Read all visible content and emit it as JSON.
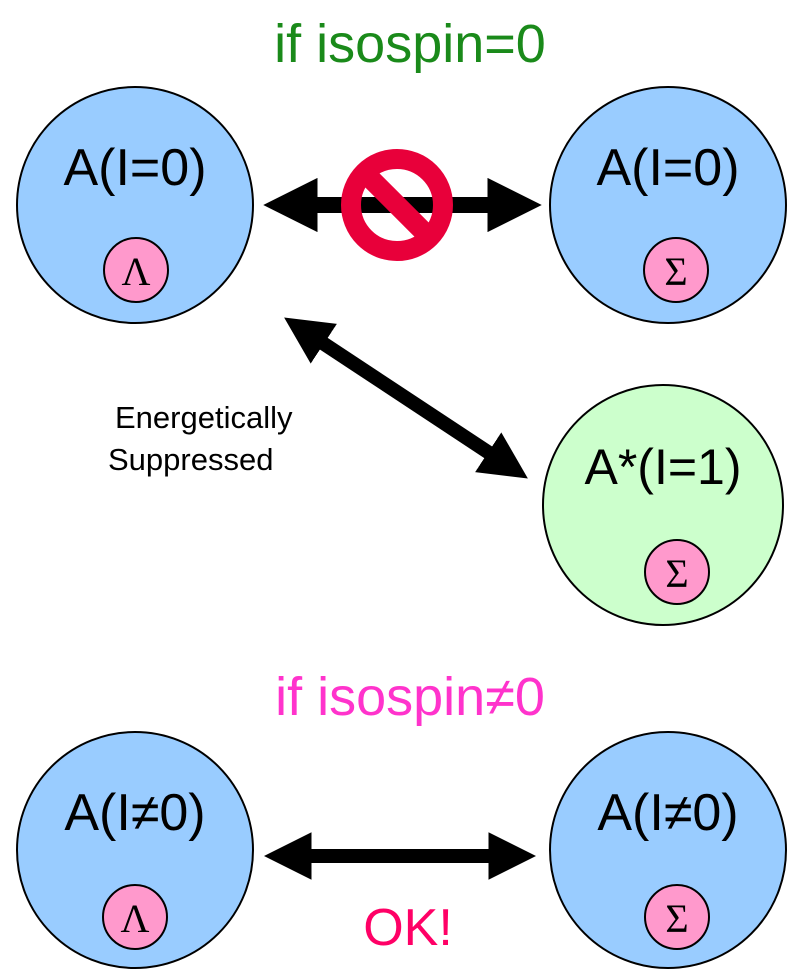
{
  "top_section": {
    "title": "if isospin=0",
    "title_color": "#1a8a1a",
    "nucleus_left": {
      "label": "A(I=0)",
      "particle": "Λ"
    },
    "nucleus_right": {
      "label": "A(I=0)",
      "particle": "Σ"
    },
    "nucleus_excited": {
      "label": "A*(I=1)",
      "particle": "Σ"
    },
    "forbidden_icon": "prohibition-sign-icon",
    "diagonal_note_line1": "Energetically",
    "diagonal_note_line2": "Suppressed"
  },
  "bottom_section": {
    "title": "if isospin≠0",
    "title_color": "#ff33cc",
    "nucleus_left": {
      "label": "A(I≠0)",
      "particle": "Λ"
    },
    "nucleus_right": {
      "label": "A(I≠0)",
      "particle": "Σ"
    },
    "ok_label": "OK!",
    "ok_color": "#ff0066"
  },
  "colors": {
    "nucleus_fill": "#99ccff",
    "excited_fill": "#ccffcc",
    "particle_fill": "#ff99cc",
    "forbidden_red": "#e8003a"
  }
}
